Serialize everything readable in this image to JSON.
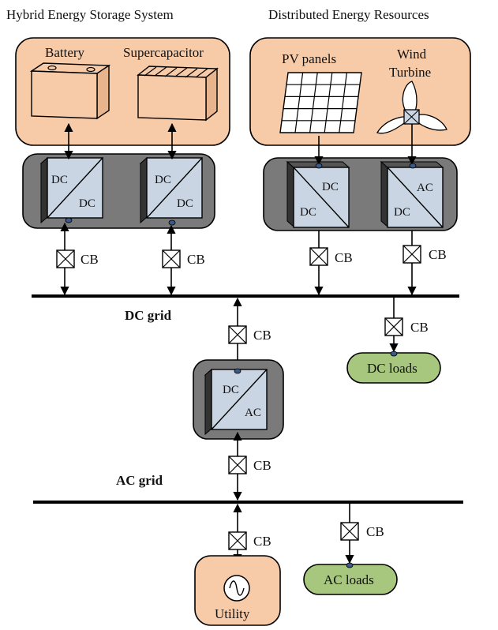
{
  "titles": {
    "hess": "Hybrid Energy Storage System",
    "der": "Distributed Energy Resources"
  },
  "storage": {
    "battery": "Battery",
    "supercapacitor": "Supercapacitor"
  },
  "sources": {
    "pv": "PV panels",
    "wind_line1": "Wind",
    "wind_line2": "Turbine"
  },
  "converters": {
    "battery": {
      "top": "DC",
      "bottom": "DC"
    },
    "supercap": {
      "top": "DC",
      "bottom": "DC"
    },
    "pv": {
      "top": "DC",
      "bottom": "DC"
    },
    "wind": {
      "top": "AC",
      "bottom": "DC"
    },
    "interlink": {
      "top": "DC",
      "bottom": "AC"
    }
  },
  "breaker_label": "CB",
  "grids": {
    "dc": "DC grid",
    "ac": "AC grid"
  },
  "loads": {
    "dc": "DC loads",
    "ac": "AC loads"
  },
  "utility": "Utility",
  "colors": {
    "peach": "#f8cba8",
    "green": "#a7c77f",
    "panel_gray": "#7a7a7a",
    "converter_blue": "#c9d5e3"
  }
}
